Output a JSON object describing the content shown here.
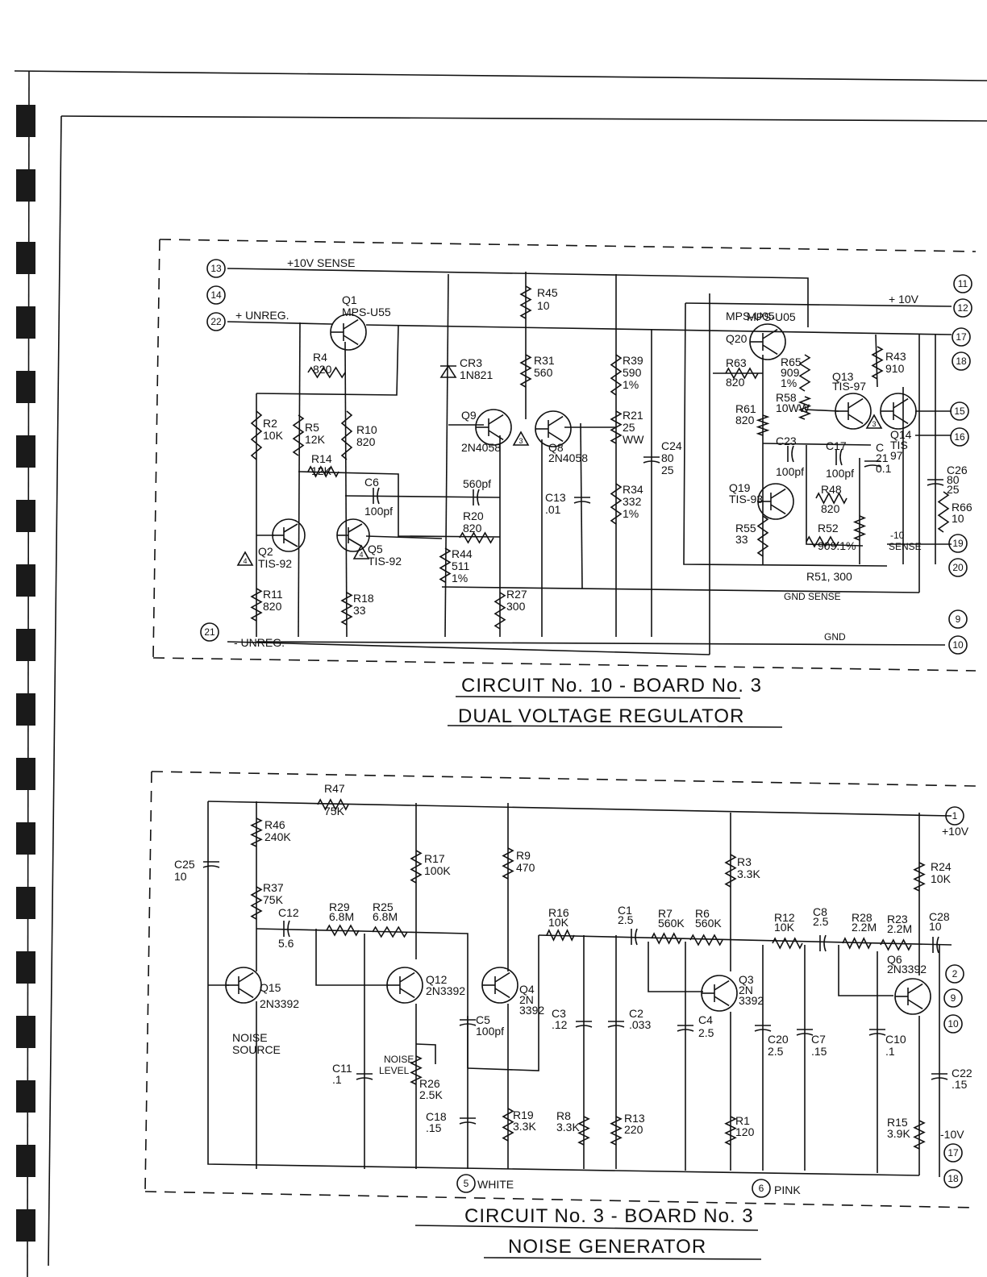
{
  "circuit10": {
    "title": "CIRCUIT No. 10 - BOARD No. 3",
    "subtitle": "DUAL VOLTAGE REGULATOR",
    "terminals": [
      "13",
      "14",
      "22",
      "21",
      "11",
      "12",
      "17",
      "18",
      "15",
      "16",
      "19",
      "20",
      "9",
      "10"
    ],
    "nets": {
      "p10v_sense": "+10V SENSE",
      "unreg_pos": "+ UNREG.",
      "unreg_neg": "- UNREG.",
      "p10v": "+ 10V",
      "neg10_sense_a": "-10",
      "neg10_sense_b": "SENSE",
      "gnd_sense": "GND SENSE",
      "gnd": "GND"
    },
    "components": {
      "Q1": [
        "Q1",
        "MPS-U55"
      ],
      "R4": [
        "R4",
        "820"
      ],
      "R2": [
        "R2",
        "10K"
      ],
      "R5": [
        "R5",
        "12K"
      ],
      "R14": [
        "R14",
        "12K"
      ],
      "R10": [
        "R10",
        "820"
      ],
      "C6": [
        "C6",
        "100pf"
      ],
      "Q2": [
        "Q2",
        "TIS-92"
      ],
      "Q5": [
        "Q5",
        "TIS-92"
      ],
      "R11": [
        "R11",
        "820"
      ],
      "R18": [
        "R18",
        "33"
      ],
      "CR3": [
        "CR3",
        "1N821"
      ],
      "Q9": [
        "Q9",
        "2N4058"
      ],
      "Q8": [
        "Q8",
        "2N4058"
      ],
      "C_560": [
        "560pf"
      ],
      "R20": [
        "R20",
        "820"
      ],
      "R44": [
        "R44",
        "511",
        "1%"
      ],
      "R27": [
        "R27",
        "300"
      ],
      "R45": [
        "R45",
        "10"
      ],
      "R31": [
        "R31",
        "560"
      ],
      "C13": [
        "C13",
        ".01"
      ],
      "R39": [
        "R39",
        "590",
        "1%"
      ],
      "R21": [
        "R21",
        "25",
        "WW"
      ],
      "R34": [
        "R34",
        "332",
        "1%"
      ],
      "C24": [
        "C24",
        "80",
        "25"
      ],
      "Q20": [
        "Q20",
        "MPS-U05"
      ],
      "R63": [
        "R63",
        "820"
      ],
      "R65": [
        "R65",
        "909",
        "1%"
      ],
      "R58": [
        "R58",
        "10WW"
      ],
      "R61": [
        "R61",
        "820"
      ],
      "C23": [
        "C23",
        "100pf"
      ],
      "Q19": [
        "Q19",
        "TIS-93"
      ],
      "R55": [
        "R55",
        "33"
      ],
      "Q13": [
        "Q13",
        "TIS-97"
      ],
      "Q14": [
        "Q14",
        "TIS",
        "97"
      ],
      "C17": [
        "C17",
        "100pf"
      ],
      "R48": [
        "R48",
        "820"
      ],
      "C21": [
        "C",
        "21",
        "0.1"
      ],
      "R52": [
        "R52",
        "909.1%"
      ],
      "R51": [
        "R51, 300"
      ],
      "R43": [
        "R43",
        "910"
      ],
      "C26": [
        "C26",
        "80",
        "25"
      ],
      "R66": [
        "R66",
        "10"
      ]
    },
    "notes": [
      "3",
      "4"
    ]
  },
  "circuit3": {
    "title": "CIRCUIT No. 3 - BOARD No. 3",
    "subtitle": "NOISE GENERATOR",
    "terminals": [
      "1",
      "2",
      "9",
      "10",
      "17",
      "18",
      "5",
      "6"
    ],
    "nets": {
      "p10v": "+10V",
      "neg10v": "-10V",
      "white": "WHITE",
      "pink": "PINK",
      "noise_source_a": "NOISE",
      "noise_source_b": "SOURCE",
      "noise_level_a": "NOISE",
      "noise_level_b": "LEVEL"
    },
    "components": {
      "R47": [
        "R47",
        "75K"
      ],
      "R46": [
        "R46",
        "240K"
      ],
      "C25": [
        "C25",
        "10"
      ],
      "R37": [
        "R37",
        "75K"
      ],
      "C12": [
        "C12",
        "5.6"
      ],
      "R29": [
        "R29",
        "6.8M"
      ],
      "R25": [
        "R25",
        "6.8M"
      ],
      "Q15": [
        "Q15",
        "2N3392"
      ],
      "R17": [
        "R17",
        "100K"
      ],
      "R9": [
        "R9",
        "470"
      ],
      "Q12": [
        "Q12",
        "2N3392"
      ],
      "Q4": [
        "Q4",
        "2N",
        "3392"
      ],
      "C5": [
        "C5",
        "100pf"
      ],
      "C11": [
        "C11",
        ".1"
      ],
      "R26": [
        "R26",
        "2.5K"
      ],
      "C18": [
        "C18",
        ".15"
      ],
      "R19": [
        "R19",
        "3.3K"
      ],
      "R16": [
        "R16",
        "10K"
      ],
      "C3": [
        "C3",
        ".12"
      ],
      "R8": [
        "R8",
        "3.3K"
      ],
      "C1": [
        "C1",
        "2.5"
      ],
      "C2": [
        "C2",
        ".033"
      ],
      "R13": [
        "R13",
        "220"
      ],
      "R7": [
        "R7",
        "560K"
      ],
      "R6": [
        "R6",
        "560K"
      ],
      "C4": [
        "C4",
        "2.5"
      ],
      "Q3": [
        "Q3",
        "2N",
        "3392"
      ],
      "R3": [
        "R3",
        "3.3K"
      ],
      "R1": [
        "R1",
        "120"
      ],
      "R12": [
        "R12",
        "10K"
      ],
      "C8": [
        "C8",
        "2.5"
      ],
      "C20": [
        "C20",
        "2.5"
      ],
      "C7": [
        "C7",
        ".15"
      ],
      "R28": [
        "R28",
        "2.2M"
      ],
      "R23": [
        "R23",
        "2.2M"
      ],
      "Q6": [
        "Q6",
        "2N3392"
      ],
      "C10": [
        "C10",
        ".1"
      ],
      "R24": [
        "R24",
        "10K"
      ],
      "C28": [
        "C28",
        "10"
      ],
      "R15": [
        "R15",
        "3.9K"
      ],
      "C22": [
        "C22",
        ".15"
      ]
    }
  }
}
